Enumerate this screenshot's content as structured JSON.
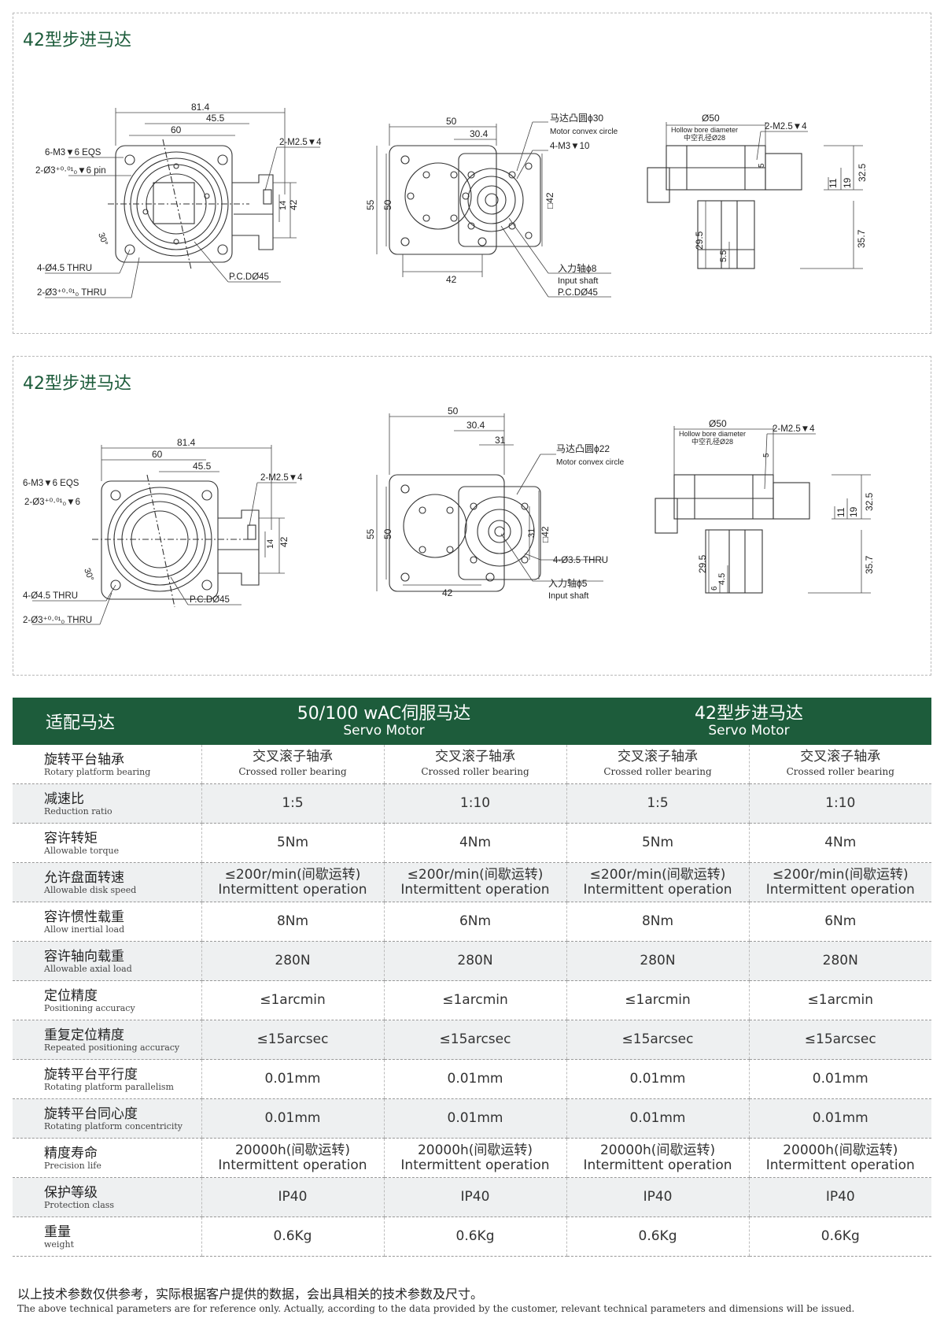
{
  "panel1": {
    "title": "42型步进马达",
    "front": {
      "d_81_4": "81.4",
      "d_45_5": "45.5",
      "d_60": "60",
      "d_42": "42",
      "d_14": "14",
      "angle": "30°",
      "eqs": "6-M3▼6 EQS",
      "pin": "2-Ø3⁺⁰·⁰¹₀▼6 pin",
      "thru45": "4-Ø4.5 THRU",
      "thru3": "2-Ø3⁺⁰·⁰¹₀ THRU",
      "m25": "2-M2.5▼4",
      "pcd": "P.C.DØ45"
    },
    "bottom": {
      "d_50": "50",
      "d_30_4": "30.4",
      "d_55": "55",
      "d_50v": "50",
      "d_42": "42",
      "sq42": "□42",
      "convex_cn": "马达凸圆ϕ30",
      "convex_en": "Motor convex circle",
      "m3": "4-M3▼10",
      "shaft_cn": "入力轴ϕ8",
      "shaft_en": "Input shaft",
      "pcd": "P.C.DØ45"
    },
    "side": {
      "d_50": "Ø50",
      "bore_en": "Hollow bore diameter",
      "bore_cn": "中空孔径Ø28",
      "m25": "2-M2.5▼4",
      "d_5": "5",
      "d_32_5": "32.5",
      "d_19": "19",
      "d_11": "11",
      "d_29_5": "29.5",
      "d_5_5": "5.5",
      "d_35_7": "35.7"
    }
  },
  "panel2": {
    "title": "42型步进马达",
    "front": {
      "d_81_4": "81.4",
      "d_60": "60",
      "d_45_5": "45.5",
      "d_42": "42",
      "d_14": "14",
      "angle": "30°",
      "eqs": "6-M3▼6 EQS",
      "pin": "2-Ø3⁺⁰·⁰¹₀▼6",
      "thru45": "4-Ø4.5 THRU",
      "thru3": "2-Ø3⁺⁰·⁰¹₀ THRU",
      "m25": "2-M2.5▼4",
      "pcd": "P.C.DØ45"
    },
    "bottom": {
      "d_50": "50",
      "d_30_4": "30.4",
      "d_31": "31",
      "d_31v": "31",
      "d_55": "55",
      "d_50v": "50",
      "d_42": "42",
      "sq42": "□42",
      "convex_cn": "马达凸圆ϕ22",
      "convex_en": "Motor convex circle",
      "thru": "4-Ø3.5 THRU",
      "shaft_cn": "入力轴ϕ5",
      "shaft_en": "Input shaft"
    },
    "side": {
      "d_50": "Ø50",
      "bore_en": "Hollow bore diameter",
      "bore_cn": "中空孔径Ø28",
      "m25": "2-M2.5▼4",
      "d_5": "5",
      "d_32_5": "32.5",
      "d_19": "19",
      "d_11": "11",
      "d_29_5": "29.5",
      "d_4_5": "4.5",
      "d_6": "6",
      "d_35_7": "35.7"
    }
  },
  "table": {
    "header": {
      "col0": "适配马达",
      "group1_cn": "50/100 wAC伺服马达",
      "group1_en": "Servo Motor",
      "group2_cn": "42型步进马达",
      "group2_en": "Servo Motor"
    },
    "rows": [
      {
        "cn": "旋转平台轴承",
        "en": "Rotary platform bearing",
        "v": [
          "交叉滚子轴承|Crossed roller bearing",
          "交叉滚子轴承|Crossed roller bearing",
          "交叉滚子轴承|Crossed roller bearing",
          "交叉滚子轴承|Crossed roller bearing"
        ]
      },
      {
        "cn": "减速比",
        "en": "Reduction ratio",
        "v": [
          "1:5",
          "1:10",
          "1:5",
          "1:10"
        ]
      },
      {
        "cn": "容许转矩",
        "en": "Allowable torque",
        "v": [
          "5Nm",
          "4Nm",
          "5Nm",
          "4Nm"
        ]
      },
      {
        "cn": "允许盘面转速",
        "en": "Allowable disk speed",
        "v": [
          "≤200r/min(间歇运转)|Intermittent operation",
          "≤200r/min(间歇运转)|Intermittent operation",
          "≤200r/min(间歇运转)|Intermittent operation",
          "≤200r/min(间歇运转)|Intermittent operation"
        ]
      },
      {
        "cn": "容许惯性载重",
        "en": "Allow inertial load",
        "v": [
          "8Nm",
          "6Nm",
          "8Nm",
          "6Nm"
        ]
      },
      {
        "cn": "容许轴向载重",
        "en": "Allowable axial load",
        "v": [
          "280N",
          "280N",
          "280N",
          "280N"
        ]
      },
      {
        "cn": "定位精度",
        "en": "Positioning accuracy",
        "v": [
          "≤1arcmin",
          "≤1arcmin",
          "≤1arcmin",
          "≤1arcmin"
        ]
      },
      {
        "cn": "重复定位精度",
        "en": "Repeated positioning accuracy",
        "v": [
          "≤15arcsec",
          "≤15arcsec",
          "≤15arcsec",
          "≤15arcsec"
        ]
      },
      {
        "cn": "旋转平台平行度",
        "en": "Rotating platform parallelism",
        "v": [
          "0.01mm",
          "0.01mm",
          "0.01mm",
          "0.01mm"
        ]
      },
      {
        "cn": "旋转平台同心度",
        "en": "Rotating platform concentricity",
        "v": [
          "0.01mm",
          "0.01mm",
          "0.01mm",
          "0.01mm"
        ]
      },
      {
        "cn": "精度寿命",
        "en": "Precision life",
        "v": [
          "20000h(间歇运转)|Intermittent operation",
          "20000h(间歇运转)|Intermittent operation",
          "20000h(间歇运转)|Intermittent operation",
          "20000h(间歇运转)|Intermittent operation"
        ]
      },
      {
        "cn": "保护等级",
        "en": "Protection class",
        "v": [
          "IP40",
          "IP40",
          "IP40",
          "IP40"
        ]
      },
      {
        "cn": "重量",
        "en": "weight",
        "v": [
          "0.6Kg",
          "0.6Kg",
          "0.6Kg",
          "0.6Kg"
        ]
      }
    ]
  },
  "footer": {
    "cn": "以上技术参数仅供参考，实际根据客户提供的数据，会出具相关的技术参数及尺寸。",
    "en": "The above technical parameters are for reference only. Actually, according to the data provided by the customer, relevant technical parameters and dimensions will be issued."
  }
}
